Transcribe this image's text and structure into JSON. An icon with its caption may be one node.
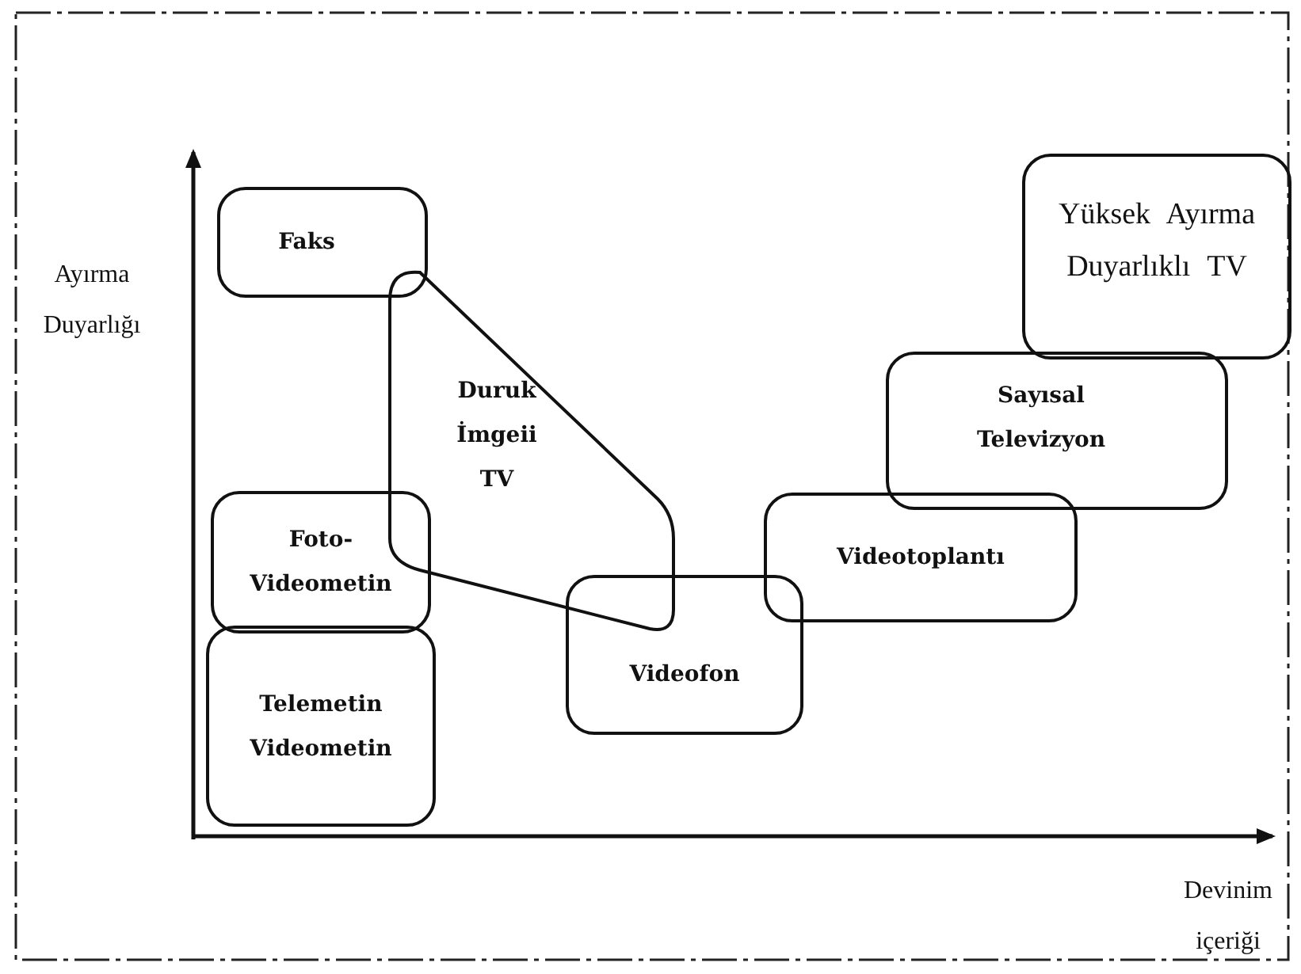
{
  "diagram": {
    "nodes": [
      {
        "text": [
          "Faks"
        ]
      },
      {
        "text": [
          "Duruk İmgeii TV"
        ]
      },
      {
        "text": [
          "Foto- Videometin"
        ]
      },
      {
        "text": [
          "Telemetin Videometin"
        ]
      },
      {
        "text": [
          "Videofon"
        ]
      },
      {
        "text": [
          "Videotoplantı"
        ]
      },
      {
        "text": [
          "Sayısal Televizyon"
        ]
      },
      {
        "text": [
          "Yüksek Ayırma Duyarlıklı TV"
        ]
      }
    ],
    "edges": [],
    "labels": [
      "Ayırma Duyarlığı",
      "Devinim içeriği"
    ]
  }
}
